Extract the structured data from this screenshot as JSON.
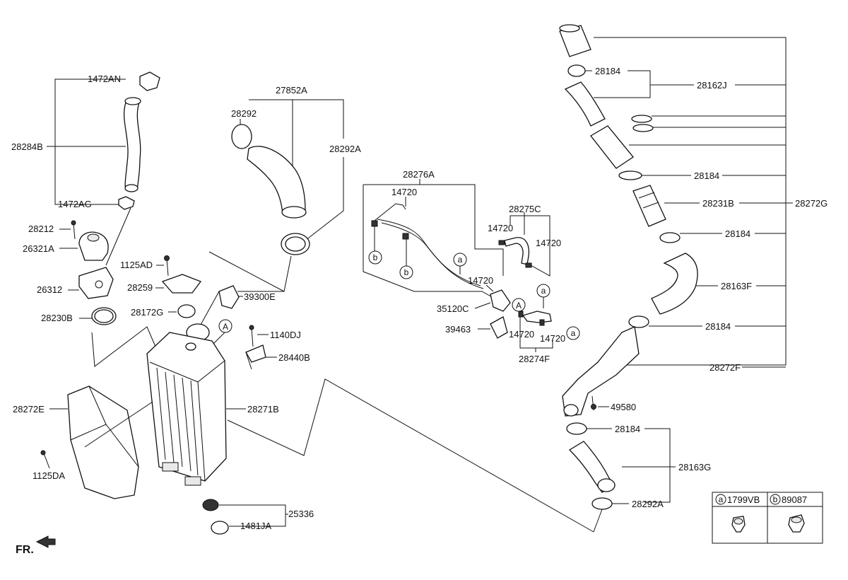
{
  "labels": {
    "p1472AN": "1472AN",
    "p28284B": "28284B",
    "p1472AG": "1472AG",
    "p28212": "28212",
    "p26321A": "26321A",
    "p26312": "26312",
    "p28230B": "28230B",
    "p27852A": "27852A",
    "p28292_top": "28292",
    "p28292A_top": "28292A",
    "p1125AD": "1125AD",
    "p28259": "28259",
    "p39300E": "39300E",
    "p28172G": "28172G",
    "p1140DJ": "1140DJ",
    "p28440B": "28440B",
    "p28272E": "28272E",
    "p28271B": "28271B",
    "p1125DA": "1125DA",
    "p25336": "25336",
    "p1481JA": "1481JA",
    "p28276A": "28276A",
    "p14720_a": "14720",
    "p28275C": "28275C",
    "p14720_b": "14720",
    "p14720_c": "14720",
    "p14720_d": "14720",
    "p35120C": "35120C",
    "p39463": "39463",
    "p14720_e": "14720",
    "p14720_f": "14720",
    "p28274F": "28274F",
    "p28184_1": "28184",
    "p28162J": "28162J",
    "p28184_2": "28184",
    "p28231B": "28231B",
    "p28272G": "28272G",
    "p28184_3": "28184",
    "p28163F": "28163F",
    "p28184_4": "28184",
    "p28272F": "28272F",
    "p49580": "49580",
    "p28184_5": "28184",
    "p28163G": "28163G",
    "p28292A_bot": "28292A",
    "fr": "FR."
  },
  "markers": {
    "b1": "b",
    "b2": "b",
    "a1": "a",
    "A1": "A",
    "a2": "a",
    "a3": "a",
    "A2": "A"
  },
  "legend": {
    "a_code": "1799VB",
    "a_letter": "a",
    "b_code": "89087",
    "b_letter": "b"
  }
}
